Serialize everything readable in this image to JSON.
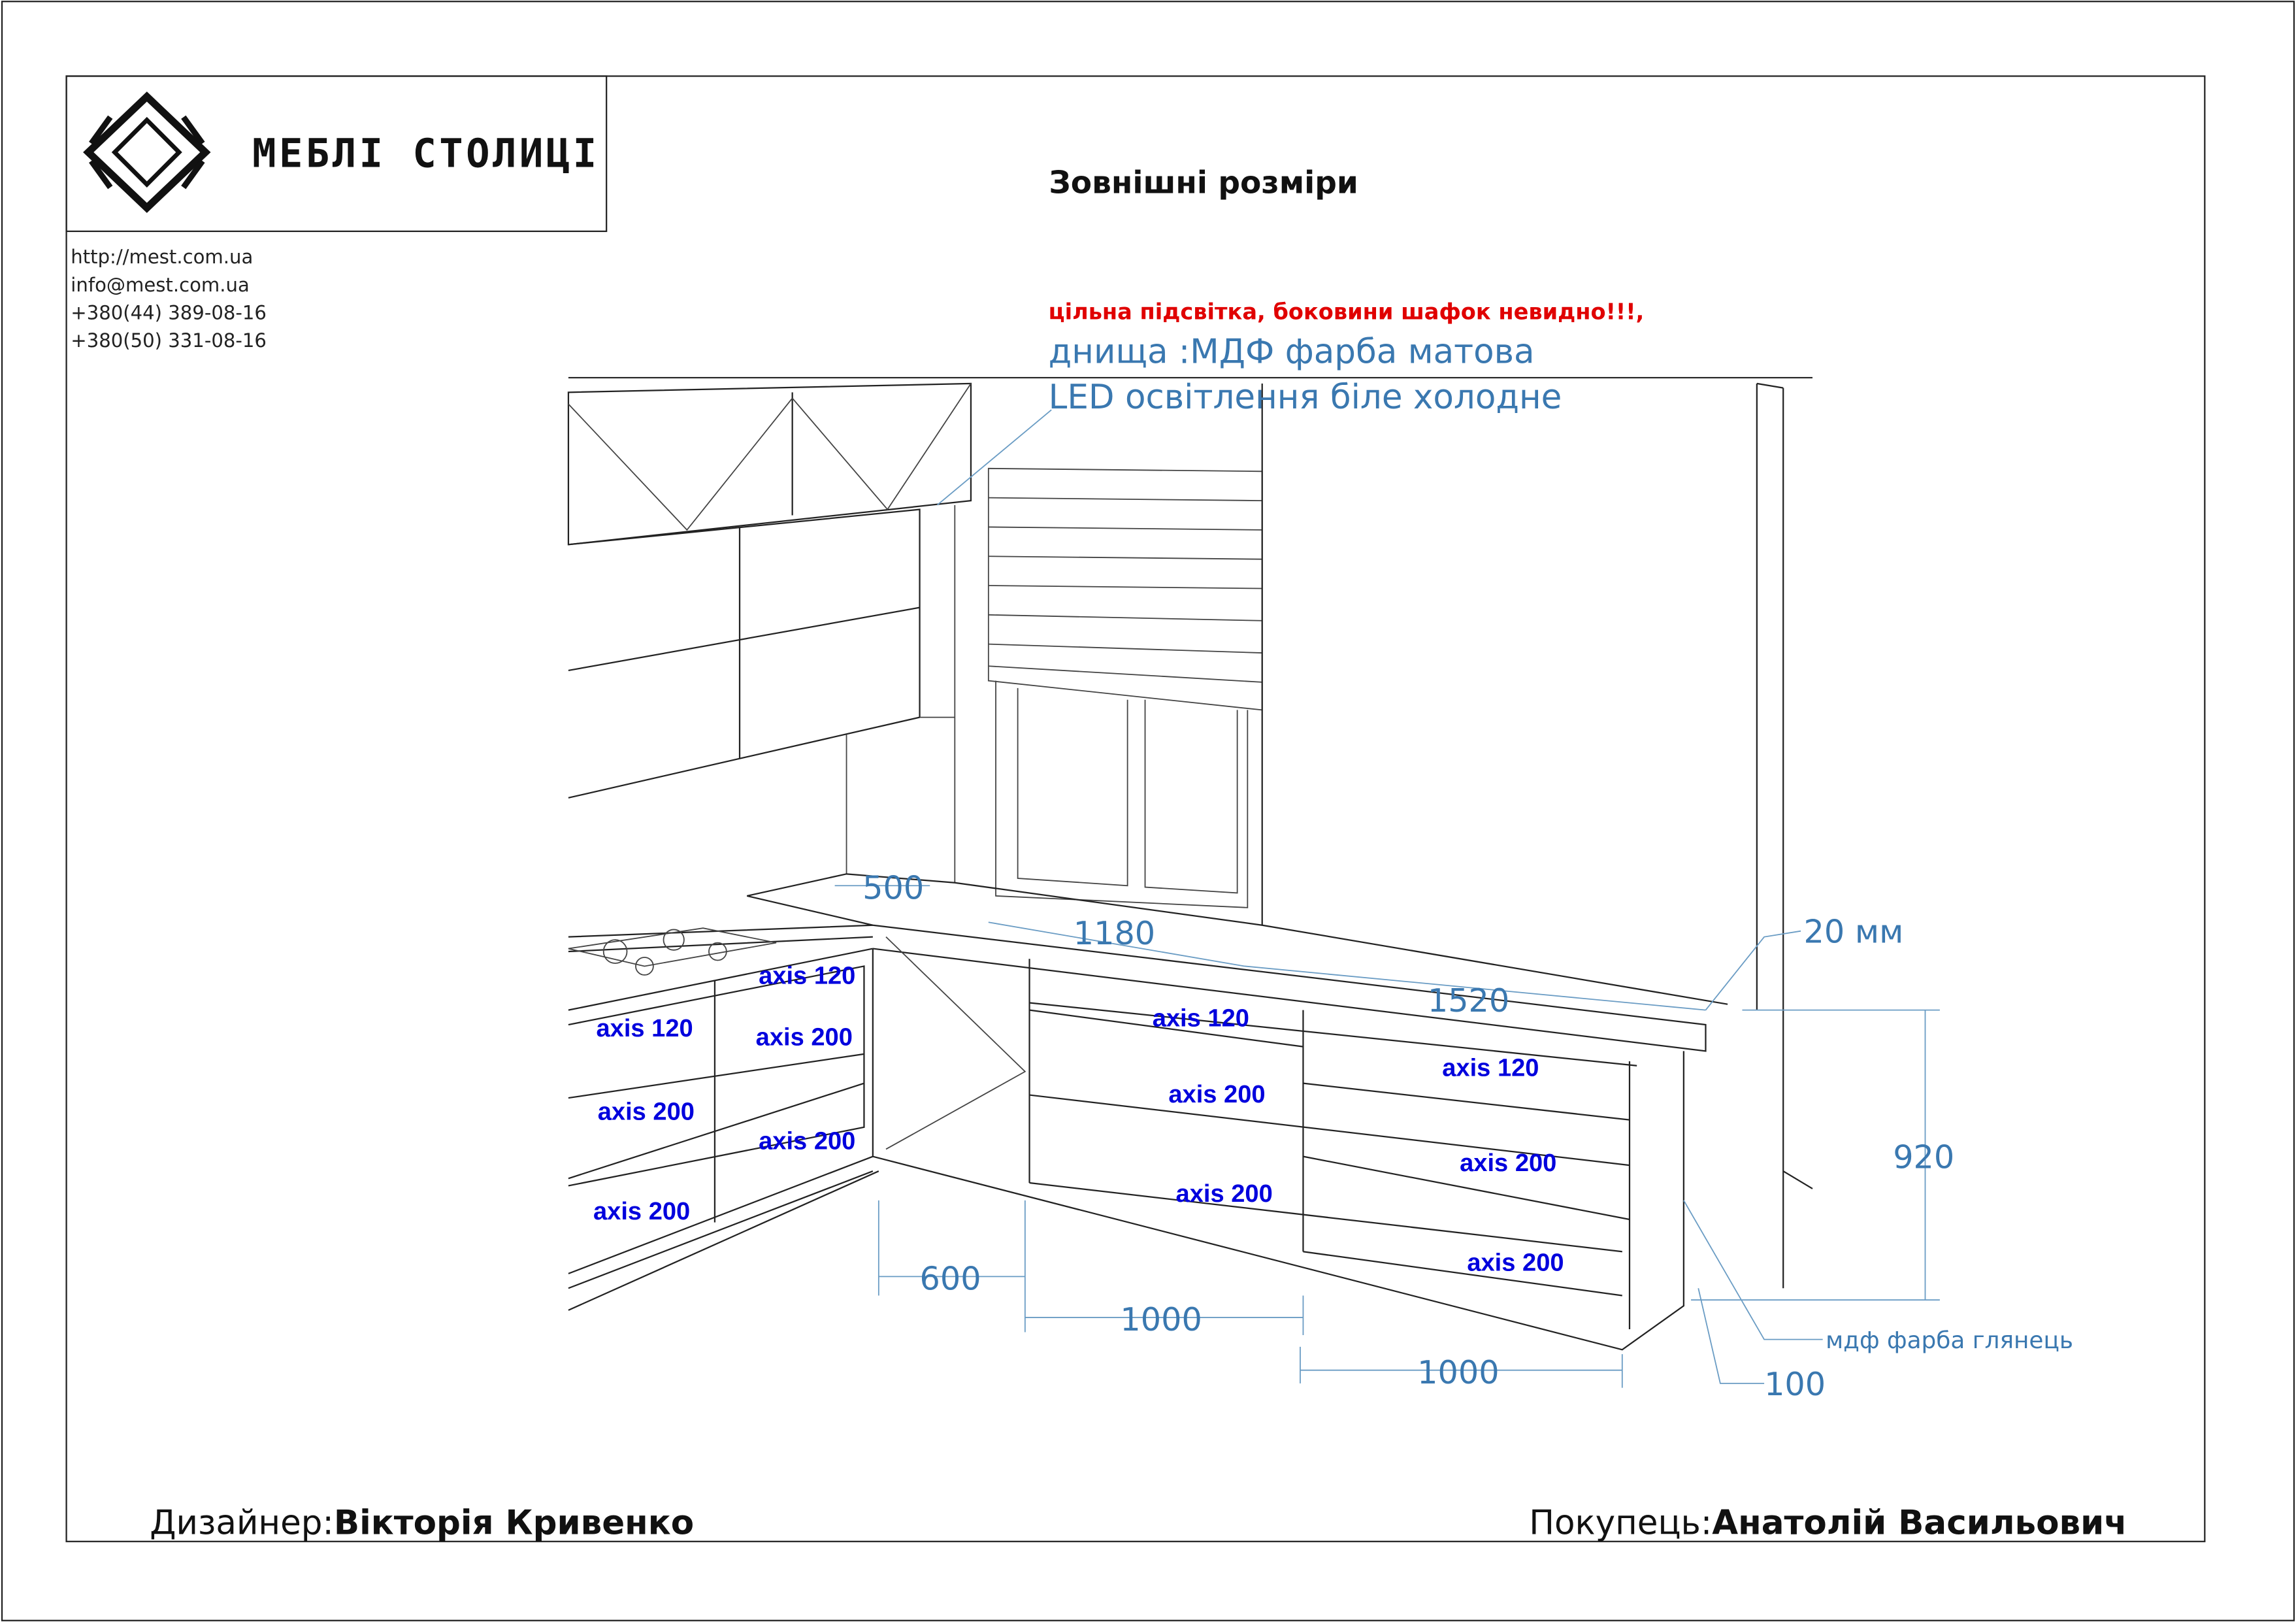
{
  "header": {
    "logo_text": "МЕБЛІ СТОЛИЦІ",
    "title": "Зовнішні розміри",
    "contacts": [
      "http://mest.com.ua",
      "info@mest.com.ua",
      "+380(44)   389-08-16",
      "+380(50)   331-08-16"
    ]
  },
  "notes": {
    "warning": "цільна підсвітка, боковини шафок невидно!!!,",
    "bottoms": "днища :МДФ фарба матова",
    "led": "LED освітлення біле холодне",
    "facade": "мдф фарба глянець"
  },
  "dimensions": {
    "d500": "500",
    "d1180": "1180",
    "d1520": "1520",
    "d20mm": "20 мм",
    "d920": "920",
    "d600": "600",
    "d1000a": "1000",
    "d1000b": "1000",
    "d100": "100"
  },
  "axis_labels": [
    "axis 120",
    "axis 200",
    "axis 200",
    "axis 120",
    "axis 200",
    "axis 200",
    "axis 120",
    "axis 200",
    "axis 200",
    "axis 120",
    "axis 200",
    "axis 200"
  ],
  "footer": {
    "designer_label": "Дизайнер:",
    "designer_name": "Вікторія Кривенко",
    "customer_label": "Покупець:",
    "customer_name": "Анатолій Васильович"
  },
  "colors": {
    "dimension": "#3a78b0",
    "axis": "#0000dd",
    "warning": "#e00000"
  }
}
